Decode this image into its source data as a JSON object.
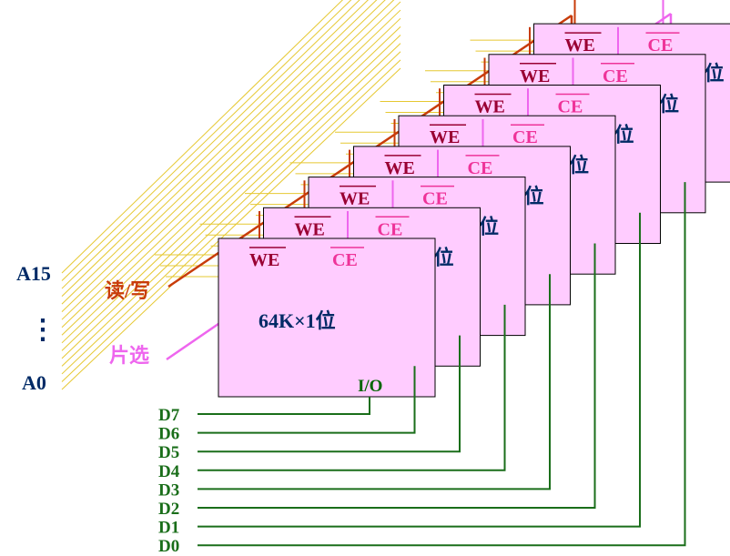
{
  "signals": {
    "we": "WE",
    "ce": "CE",
    "io": "I/O",
    "chip_text": "64K×1位",
    "chip_partial": "位"
  },
  "address": {
    "high": "A15",
    "low": "A0",
    "ellipsis": "⋮"
  },
  "controls": {
    "rw": "读/写",
    "cs": "片选"
  },
  "data_lines": [
    "D7",
    "D6",
    "D5",
    "D4",
    "D3",
    "D2",
    "D1",
    "D0"
  ],
  "colors": {
    "chip_fill": "#ffccff",
    "chip_border": "#000000",
    "address_bus": "#e6c832",
    "rw_line": "#c83c0a",
    "cs_line": "#ee66ee",
    "we_text": "#990033",
    "ce_text": "#ee3399",
    "io_text": "#006600",
    "data_line": "#1a6e1a",
    "addr_label": "#002a66",
    "rw_label": "#c83c0a",
    "cs_label": "#ee66ee"
  }
}
